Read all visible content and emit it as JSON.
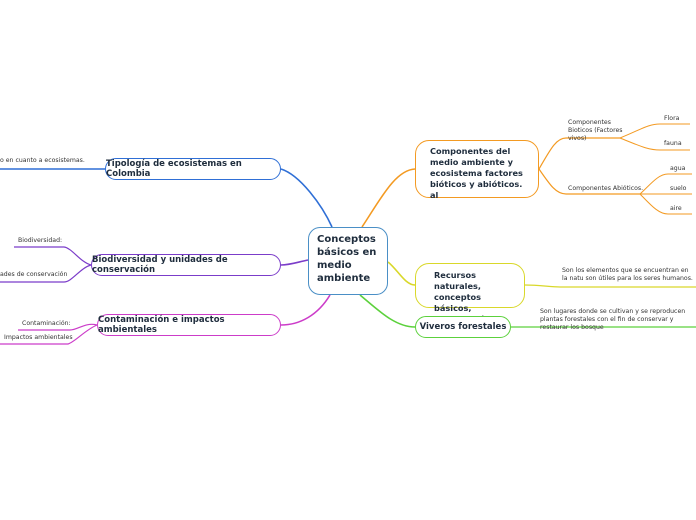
{
  "center": {
    "label": "Conceptos básicos en medio ambiente"
  },
  "left": [
    {
      "label": "Tipología de ecosistemas en Colombia",
      "color": "#2f6fd6",
      "children": [
        "o en cuanto a ecosistemas."
      ]
    },
    {
      "label": "Biodiversidad y unidades de conservación",
      "color": "#7b3cc9",
      "children": [
        "Biodiversidad:",
        "ades de conservación"
      ]
    },
    {
      "label": "Contaminación e impactos ambientales",
      "color": "#cc3cc9",
      "children": [
        "Contaminación:",
        "Impactos ambientales"
      ]
    }
  ],
  "right": [
    {
      "label": "Componentes del medio ambiente y ecosistema factores bióticos y abióticos. al",
      "color": "#f39a22",
      "children": [
        {
          "label": "Componentes Bioticos (Factores vivos)",
          "children": [
            "Flora",
            "fauna"
          ]
        },
        {
          "label": "Componentes Abióticos.",
          "children": [
            "agua",
            "suelo",
            "aire"
          ]
        }
      ]
    },
    {
      "label": "Recursos naturales, conceptos básicos, clasificación",
      "color": "#d9d82a",
      "children": [
        "Son los elementos que se encuentran en la natu son útiles para los seres humanos."
      ]
    },
    {
      "label": "Viveros forestales",
      "color": "#5cd13c",
      "children": [
        "Son lugares donde se cultivan y se reproducen plantas forestales con el fin de conservar y restaurar los bosque"
      ]
    }
  ],
  "colors": {
    "center_border": "#4a8fc6"
  }
}
